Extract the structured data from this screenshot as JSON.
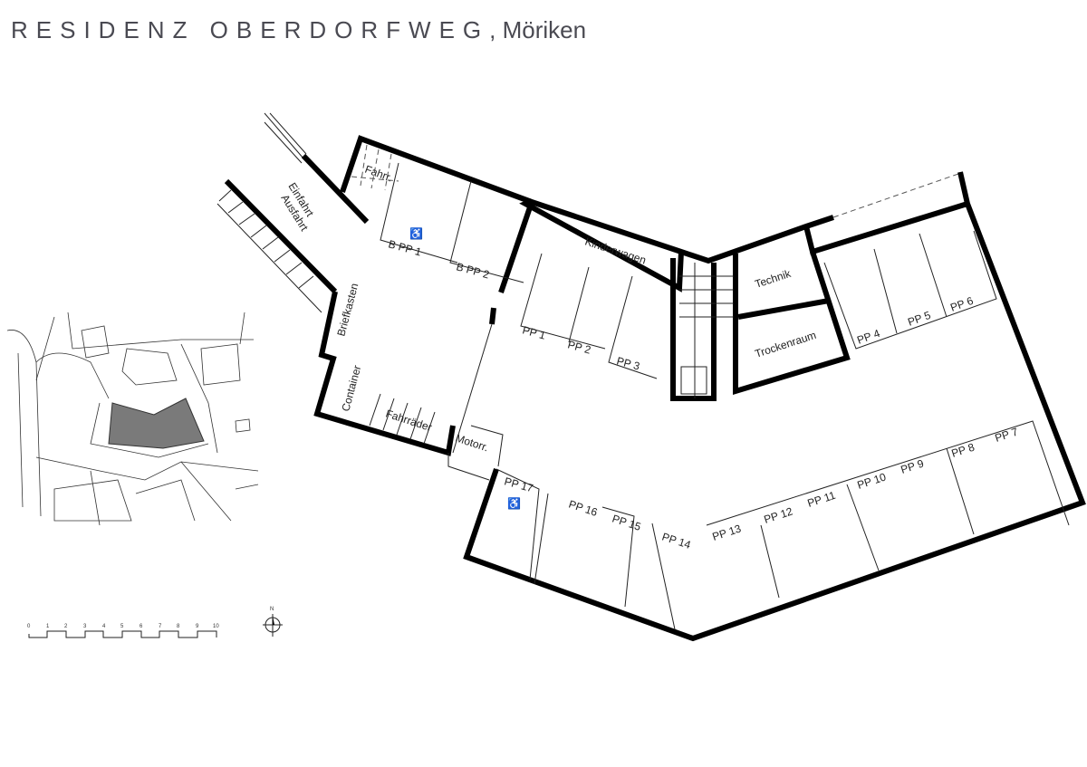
{
  "title": {
    "project": "RESIDENZ OBERDORFWEG",
    "location": ", Möriken"
  },
  "rooms": {
    "fahrr": "Fahrr.",
    "einfahrt": "Einfahrt",
    "ausfahrt": "Ausfahrt",
    "kinderwagen": "Kinderwagen",
    "technik": "Technik",
    "trockenraum": "Trockenraum",
    "briefkasten": "Briefkasten",
    "container": "Container",
    "fahrraeder": "Fahrräder",
    "motorr": "Motorr."
  },
  "parking": [
    "B PP 1",
    "B PP 2",
    "PP 1",
    "PP 2",
    "PP 3",
    "PP 4",
    "PP 5",
    "PP 6",
    "PP 7",
    "PP 8",
    "PP 9",
    "PP 10",
    "PP 11",
    "PP 12",
    "PP 13",
    "PP 14",
    "PP 15",
    "PP 16",
    "PP 17"
  ],
  "scale": {
    "ticks": [
      "0",
      "1",
      "2",
      "3",
      "4",
      "5",
      "6",
      "7",
      "8",
      "9",
      "10"
    ]
  },
  "compass": {
    "north": "N"
  }
}
